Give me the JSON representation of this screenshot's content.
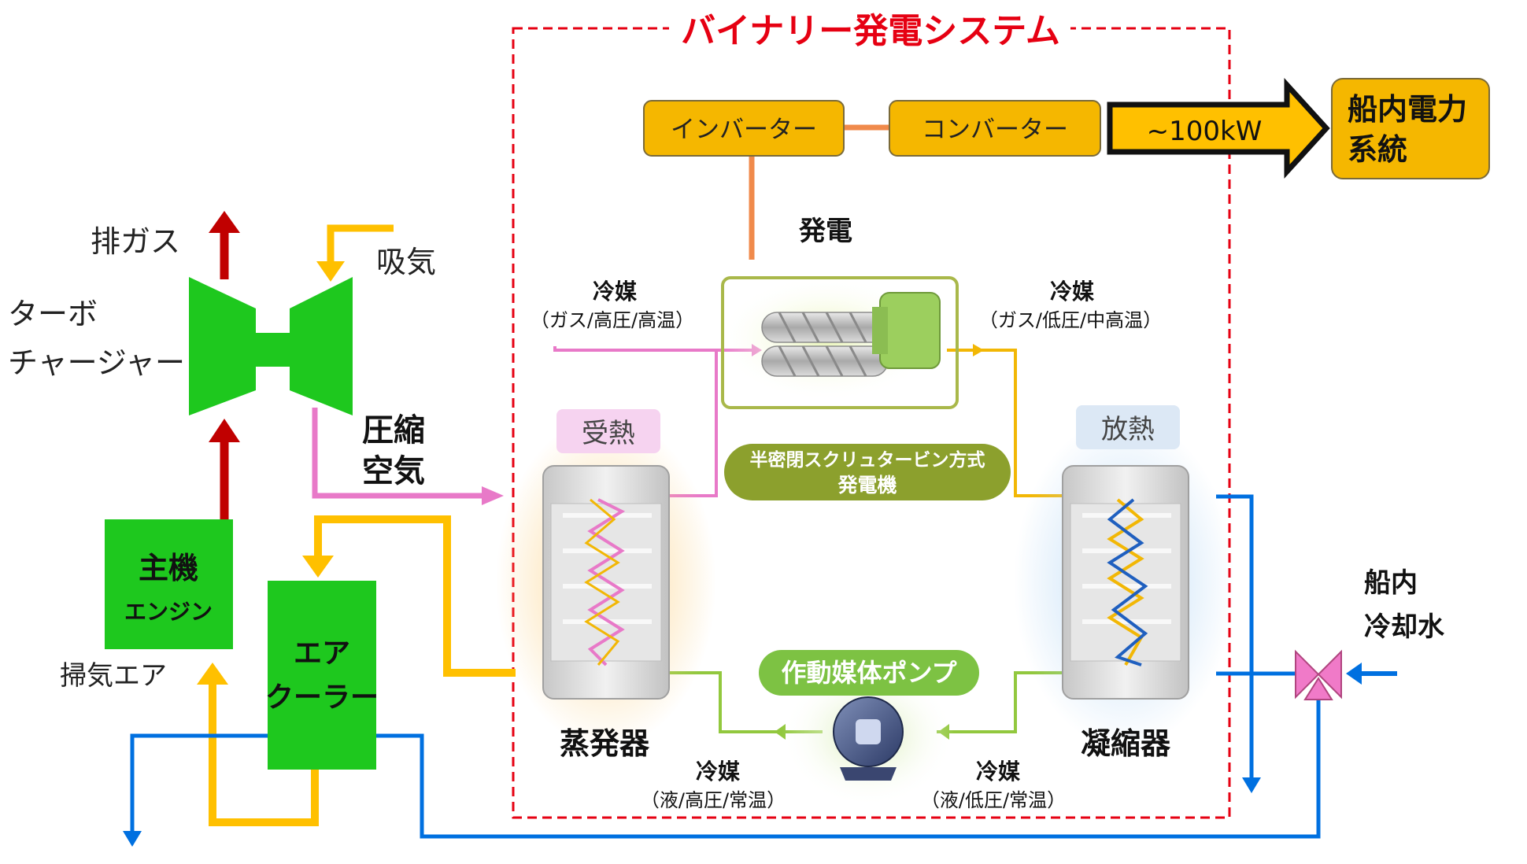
{
  "title": "バイナリー発電システム",
  "power": {
    "inverter": "インバーター",
    "converter": "コンバーター",
    "output": "~100kW",
    "grid_line1": "船内電力",
    "grid_line2": "系統",
    "generation": "発電"
  },
  "turbo": {
    "exhaust": "排ガス",
    "intake": "吸気",
    "name_line1": "ターボ",
    "name_line2": "チャージャー",
    "compressed_line1": "圧縮",
    "compressed_line2": "空気"
  },
  "engine": {
    "main_line1": "主機",
    "main_line2": "エンジン",
    "scavenge_air": "掃気エア",
    "aircooler_line1": "エア",
    "aircooler_line2": "クーラー"
  },
  "refrigerant": {
    "label": "冷媒",
    "gas_high": "（ガス/高圧/高温）",
    "gas_low": "（ガス/低圧/中高温）",
    "liquid_high": "（液/高圧/常温）",
    "liquid_low": "（液/低圧/常温）"
  },
  "components": {
    "heat_receive": "受熱",
    "heat_release": "放熱",
    "generator_line1": "半密閉スクリュタービン方式",
    "generator_line2": "発電機",
    "pump": "作動媒体ポンプ",
    "evaporator": "蒸発器",
    "condenser": "凝縮器"
  },
  "cooling": {
    "line1": "船内",
    "line2": "冷却水"
  },
  "colors": {
    "title_red": "#e60012",
    "exhaust_red": "#c00000",
    "air_yellow": "#ffc000",
    "compressed_pink": "#e879c8",
    "water_blue": "#0070e0",
    "refrigerant_green": "#92c83e",
    "engine_green": "#1ec81e",
    "box_orange": "#f5b700",
    "link_orange": "#f08a4b",
    "generator_olive": "#8ca02d"
  }
}
